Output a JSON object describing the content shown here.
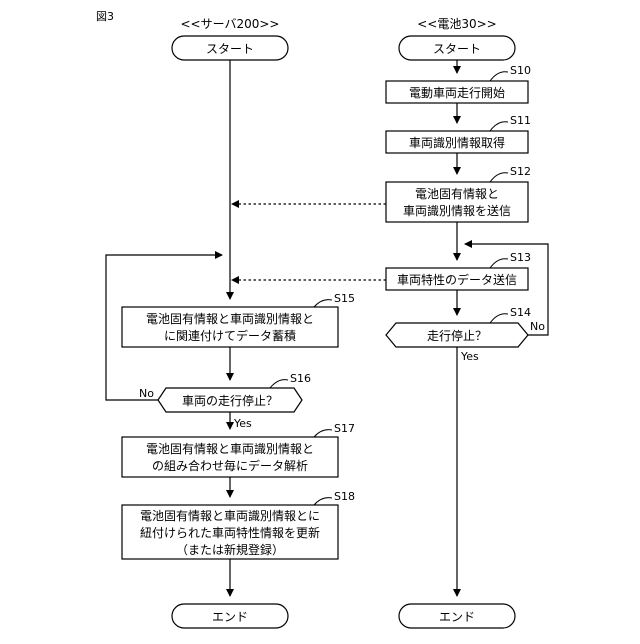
{
  "figure_label": "図3",
  "lanes": {
    "server": "<<サーバ200>>",
    "battery": "<<電池30>>"
  },
  "server": {
    "start": "スタート",
    "s15": {
      "step": "S15",
      "lines": [
        "電池固有情報と車両識別情報と",
        "に関連付けてデータ蓄積"
      ]
    },
    "s16": {
      "step": "S16",
      "text": "車両の走行停止？",
      "no": "No",
      "yes": "Yes"
    },
    "s17": {
      "step": "S17",
      "lines": [
        "電池固有情報と車両識別情報と",
        "の組み合わせ毎にデータ解析"
      ]
    },
    "s18": {
      "step": "S18",
      "lines": [
        "電池固有情報と車両識別情報とに",
        "紐付けられた車両特性情報を更新",
        "（または新規登録）"
      ]
    },
    "end": "エンド"
  },
  "battery": {
    "start": "スタート",
    "s10": {
      "step": "S10",
      "text": "電動車両走行開始"
    },
    "s11": {
      "step": "S11",
      "text": "車両識別情報取得"
    },
    "s12": {
      "step": "S12",
      "lines": [
        "電池固有情報と",
        "車両識別情報を送信"
      ]
    },
    "s13": {
      "step": "S13",
      "text": "車両特性のデータ送信"
    },
    "s14": {
      "step": "S14",
      "text": "走行停止？",
      "no": "No",
      "yes": "Yes"
    },
    "end": "エンド"
  }
}
